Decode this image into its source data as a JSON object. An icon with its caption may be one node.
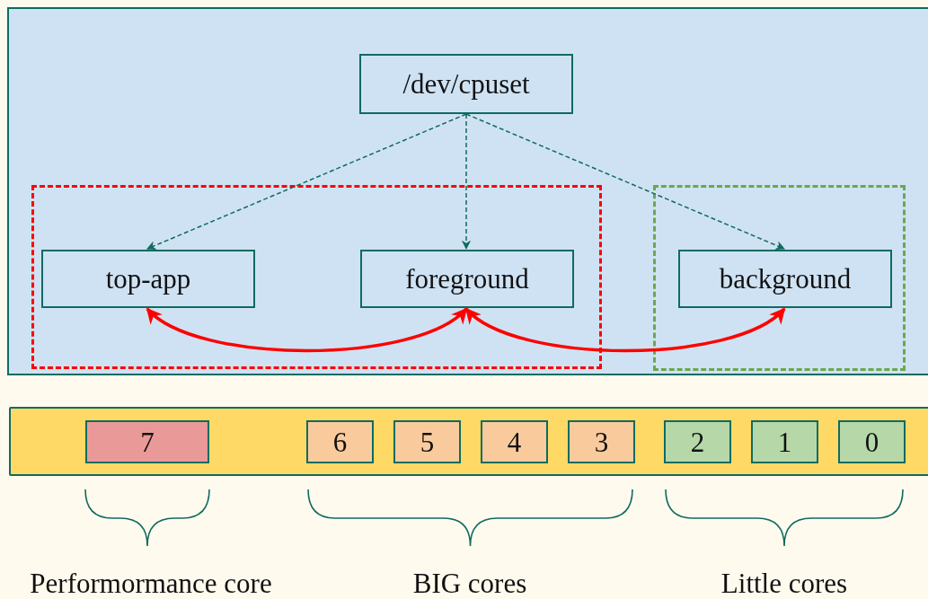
{
  "diagram": {
    "nodes": [
      {
        "text": [],
        "shape": "box"
      },
      {
        "text": [
          "/dev/cpuset"
        ],
        "in": 0
      },
      {
        "text": [],
        "shape": "box",
        "in": 0
      },
      {
        "text": [
          "top-app"
        ],
        "in": 2
      },
      {
        "text": [
          "foreground"
        ],
        "in": 2
      },
      {
        "text": [],
        "shape": "box",
        "in": 0
      },
      {
        "text": [
          "background"
        ],
        "in": 5
      },
      {
        "text": [],
        "shape": "bar"
      },
      {
        "text": [
          "7"
        ],
        "in": 7
      },
      {
        "text": [
          "6"
        ],
        "in": 7
      },
      {
        "text": [
          "5"
        ],
        "in": 7
      },
      {
        "text": [
          "4"
        ],
        "in": 7
      },
      {
        "text": [
          "3"
        ],
        "in": 7
      },
      {
        "text": [
          "2"
        ],
        "in": 7
      },
      {
        "text": [
          "1"
        ],
        "in": 7
      },
      {
        "text": [
          "0"
        ],
        "in": 7
      }
    ],
    "edges": [
      {
        "from": 1,
        "to": 3,
        "arrow": "to",
        "style": "dashed"
      },
      {
        "from": 1,
        "to": 4,
        "arrow": "to",
        "style": "dashed"
      },
      {
        "from": 1,
        "to": 6,
        "arrow": "to",
        "style": "dashed"
      },
      {
        "from": 3,
        "to": 4,
        "arrow": "both",
        "style": "thick",
        "color": "#ff0000"
      },
      {
        "from": 4,
        "to": 6,
        "arrow": "both",
        "style": "thick",
        "color": "#ff0000"
      }
    ],
    "labels": [
      "Performormance core",
      "BIG cores",
      "Little cores"
    ]
  }
}
